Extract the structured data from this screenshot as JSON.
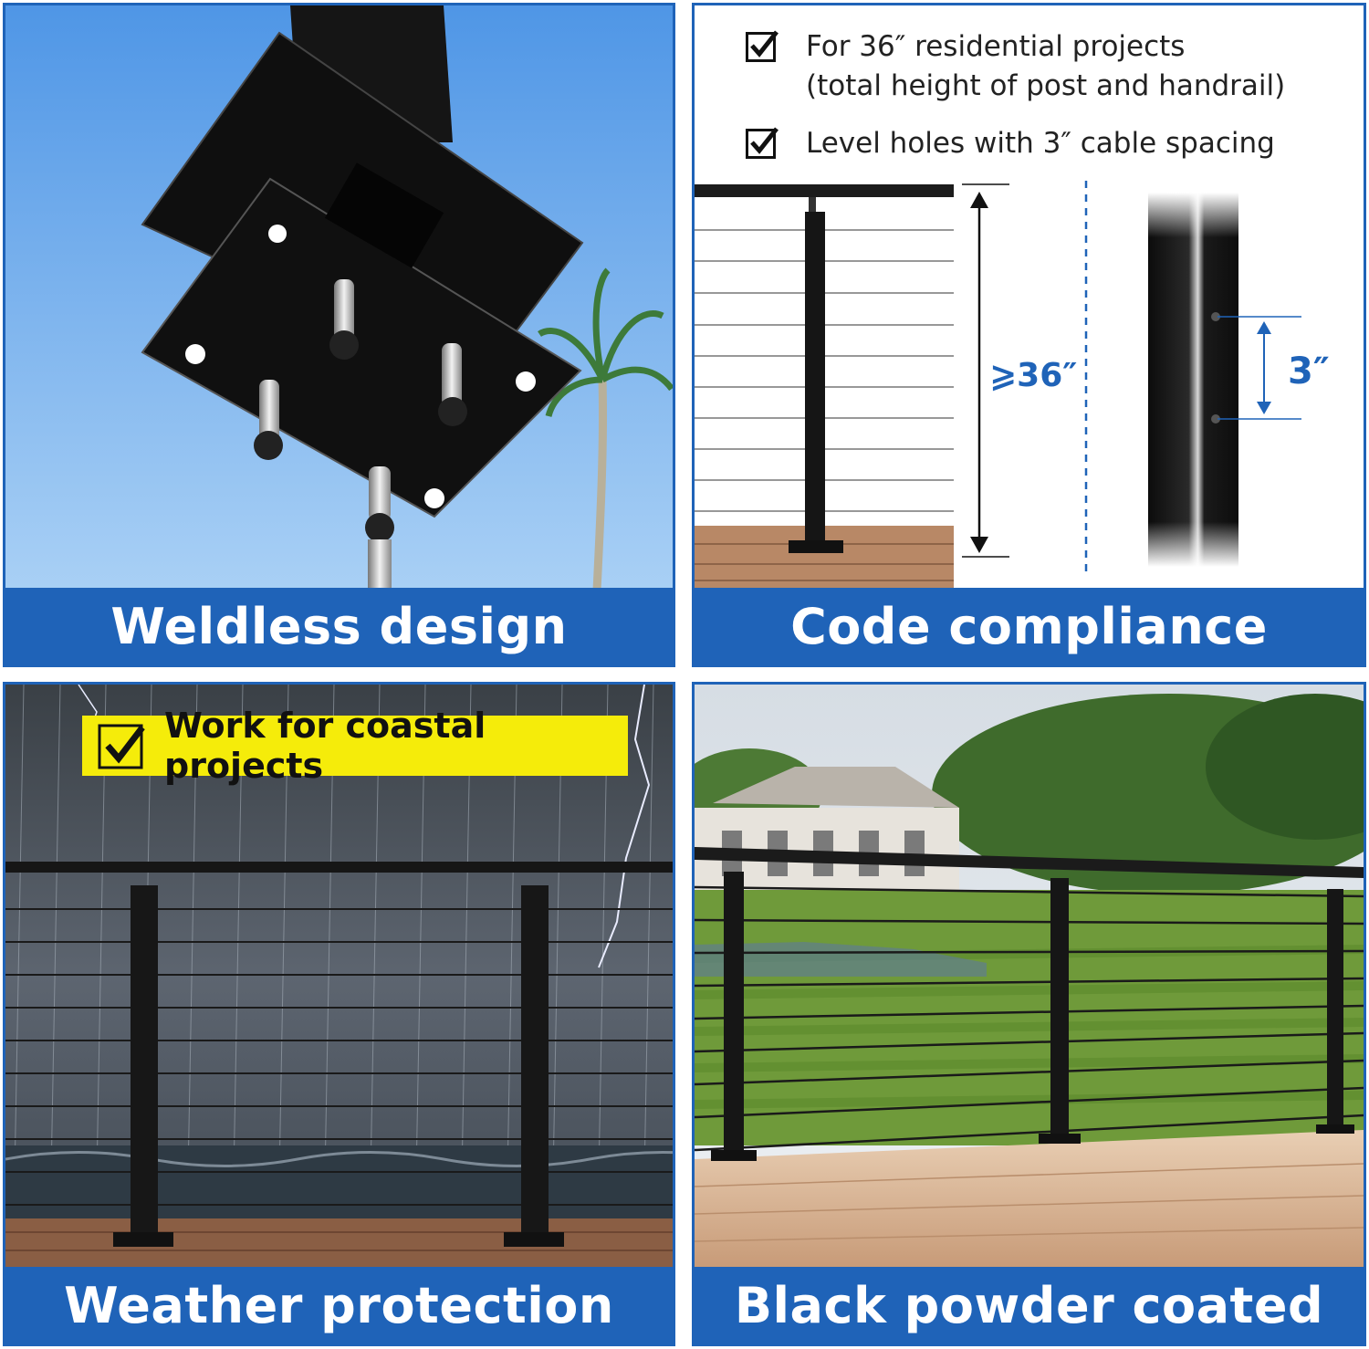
{
  "panels": [
    {
      "id": "weldless",
      "banner": "Weldless design"
    },
    {
      "id": "code",
      "banner": "Code compliance"
    },
    {
      "id": "weather",
      "banner": "Weather protection"
    },
    {
      "id": "powder",
      "banner": "Black powder coated"
    }
  ],
  "code": {
    "check1_line1": "For 36″ residential projects",
    "check1_line2": "(total height of post and handrail)",
    "check2": "Level holes with 3″ cable spacing",
    "height_label": "⩾36″",
    "spacing_label": "3″"
  },
  "weather": {
    "badge": "Work for coastal projects"
  },
  "colors": {
    "brand_blue": "#1f63b8",
    "badge_yellow": "#f5ec0a"
  }
}
